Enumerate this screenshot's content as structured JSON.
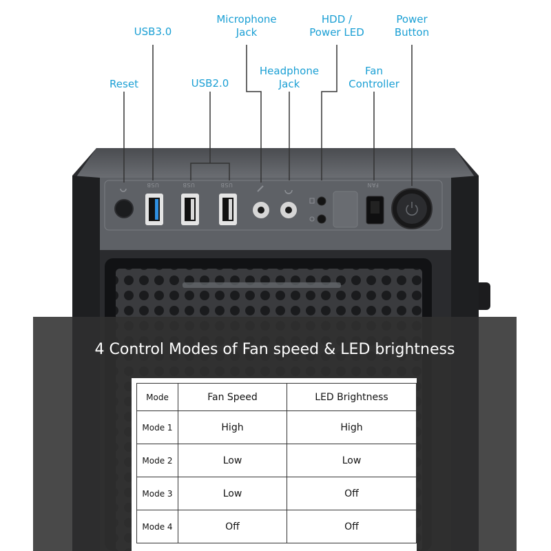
{
  "callouts": [
    {
      "id": "reset",
      "text": "Reset"
    },
    {
      "id": "usb3",
      "text": "USB3.0"
    },
    {
      "id": "usb2",
      "text": "USB2.0"
    },
    {
      "id": "mic",
      "text": "Microphone\nJack"
    },
    {
      "id": "headphone",
      "text": "Headphone\nJack"
    },
    {
      "id": "hdd",
      "text": "HDD /\nPower LED"
    },
    {
      "id": "fan",
      "text": "Fan\nController"
    },
    {
      "id": "power",
      "text": "Power\nButton"
    }
  ],
  "panel_labels": {
    "usb": "USB",
    "fan": "FAN"
  },
  "colors": {
    "accent": "#1a9fd4",
    "case": "#5c5f64",
    "overlay": "#303030"
  },
  "headline": "4 Control Modes of Fan speed & LED brightness",
  "table": {
    "headers": [
      "Mode",
      "Fan Speed",
      "LED Brightness"
    ],
    "rows": [
      [
        "Mode 1",
        "High",
        "High"
      ],
      [
        "Mode 2",
        "Low",
        "Low"
      ],
      [
        "Mode 3",
        "Low",
        "Off"
      ],
      [
        "Mode 4",
        "Off",
        "Off"
      ]
    ]
  }
}
